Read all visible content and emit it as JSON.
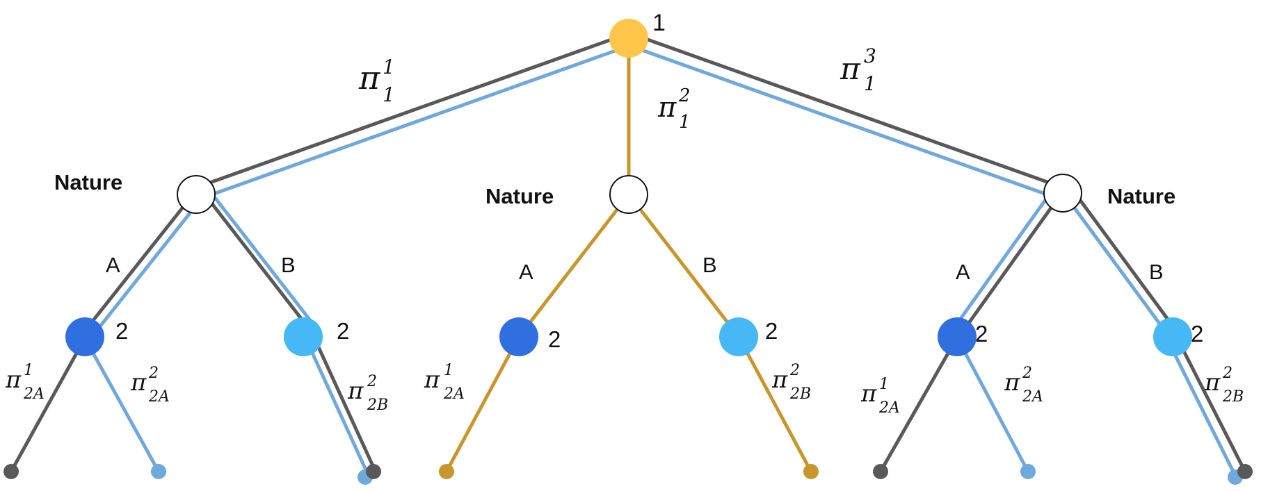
{
  "diagram": {
    "root": {
      "player_label": "1",
      "color": "#FFC64A"
    },
    "nature_label": "Nature",
    "branch_labels": {
      "a": "A",
      "b": "B"
    },
    "player2_label": "2",
    "policies": {
      "root_left": {
        "base": "π",
        "sub": "1",
        "sup": "1"
      },
      "root_mid": {
        "base": "π",
        "sub": "1",
        "sup": "2"
      },
      "root_right": {
        "base": "π",
        "sub": "1",
        "sup": "3"
      },
      "p2a1": {
        "base": "π",
        "sub": "2A",
        "sup": "1"
      },
      "p2a2": {
        "base": "π",
        "sub": "2A",
        "sup": "2"
      },
      "p2b2": {
        "base": "π",
        "sub": "2B",
        "sup": "2"
      }
    },
    "colors": {
      "dark_edge": "#595959",
      "blue_edge": "#6FA8DC",
      "gold_edge": "#C8962A",
      "node_2a": "#2F6FE0",
      "node_2b": "#46B8F5",
      "nature_fill": "#ffffff"
    }
  }
}
